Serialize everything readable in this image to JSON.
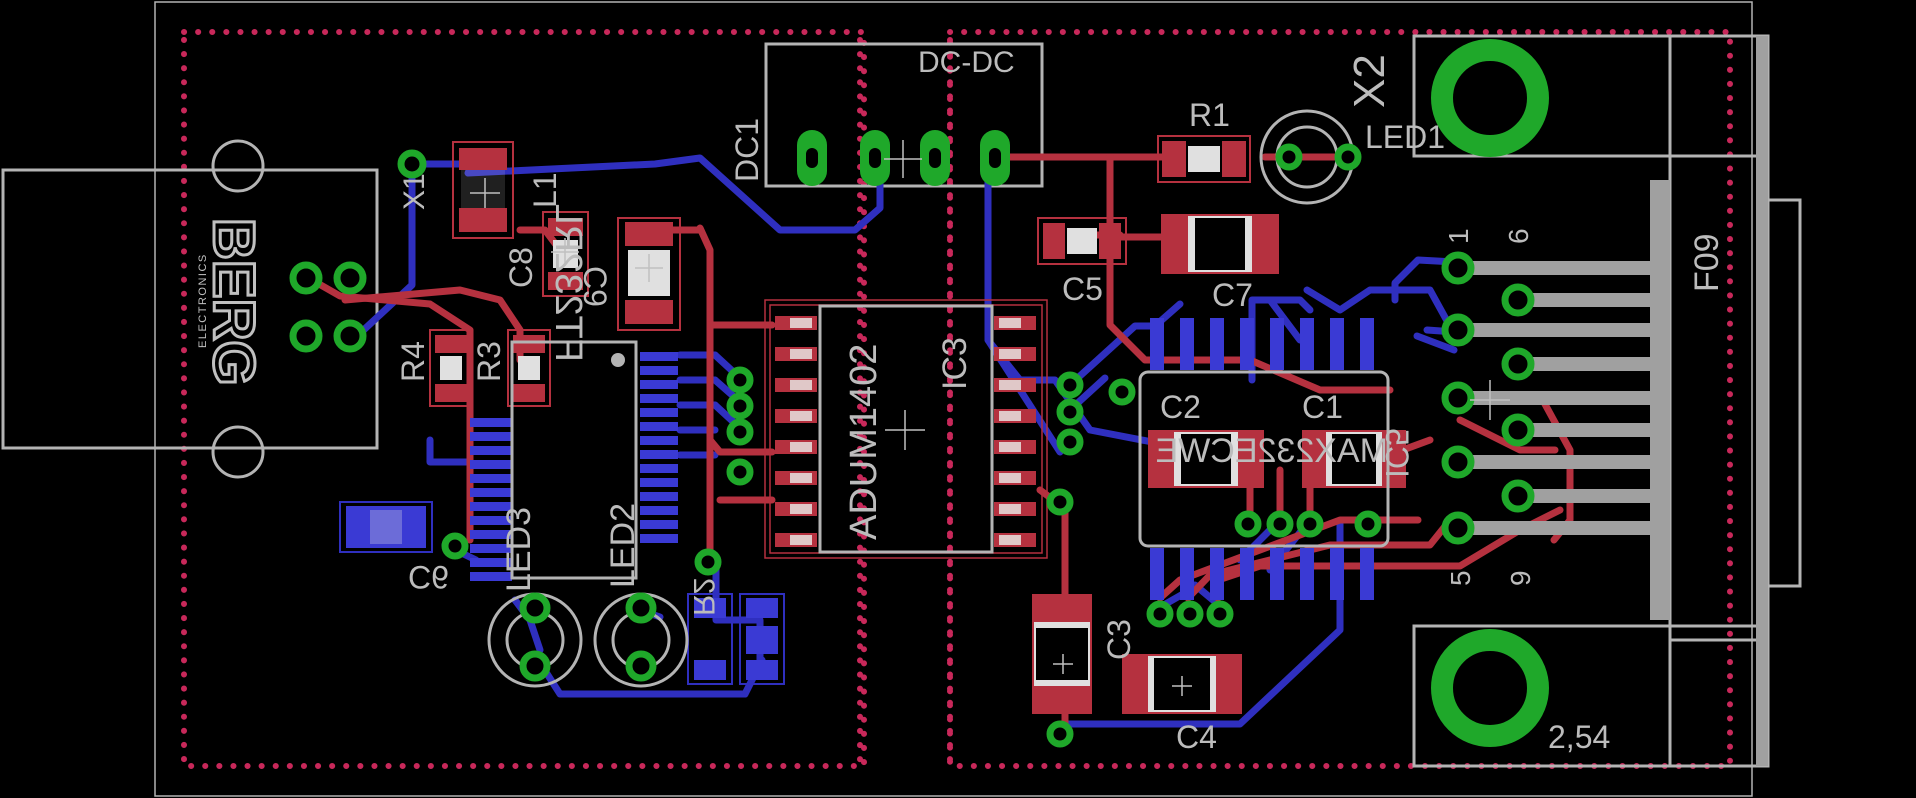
{
  "board": {
    "colors": {
      "background": "#000000",
      "outline": "#b4b4b4",
      "silk": "#c0c0c0",
      "top_copper": "#b5313f",
      "bottom_copper": "#2f2fbf",
      "pad_top": "#b5313f",
      "pad_bottom": "#3a3ad4",
      "via_ring": "#1fa82a",
      "restrict": "#c8285a",
      "pad_hole": "#ffffff"
    },
    "labels": {
      "dcdc": "DC-DC",
      "dc1": "DC1",
      "r1": "R1",
      "x2": "X2",
      "led1": "LED1",
      "x1": "X1",
      "l1": "L1",
      "c8": "C8",
      "c9": "C9",
      "c5": "C5",
      "c7": "C7",
      "r4": "R4",
      "r3": "R3",
      "ic3": "IC3",
      "adum": "ADUM1402",
      "c2": "C2",
      "c1": "C1",
      "max": "MAX232ECWE",
      "ic5": "IC5",
      "ft": "FT232RL",
      "led3": "LED3",
      "led2": "LED2",
      "c6": "C6",
      "r2": "R2",
      "c3": "C3",
      "c4": "C4",
      "f09": "F09",
      "pin1": "1",
      "pin6": "6",
      "pin5": "5",
      "pin9": "9",
      "pitch": "2,54",
      "berg": "BERG",
      "electronics": "ELECTRONICS"
    }
  }
}
